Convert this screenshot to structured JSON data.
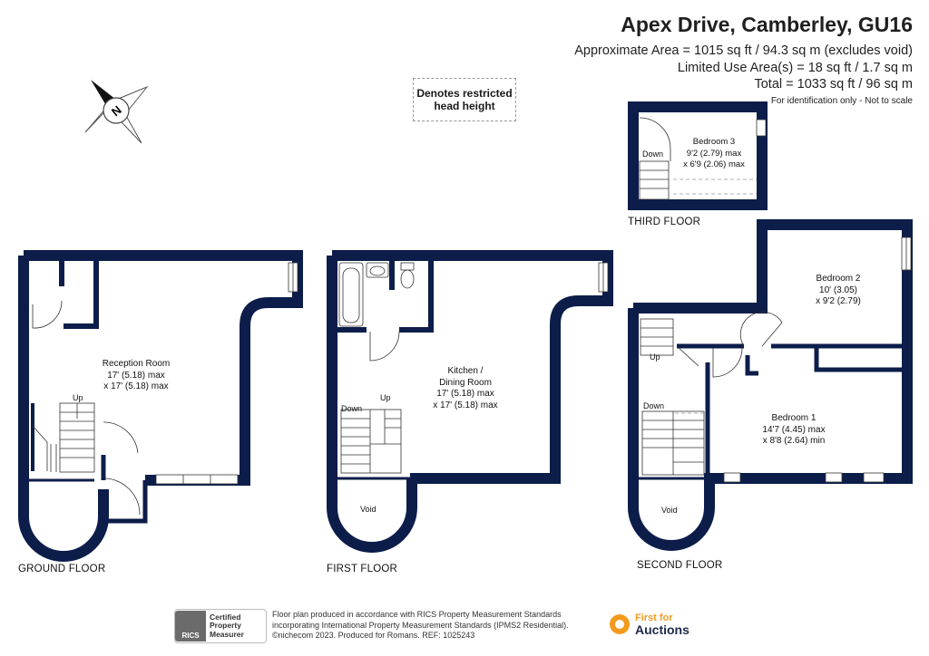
{
  "header": {
    "title": "Apex Drive, Camberley, GU16",
    "approx_area": "Approximate Area = 1015 sq ft / 94.3 sq m (excludes void)",
    "limited_use": "Limited Use Area(s) = 18 sq ft / 1.7 sq m",
    "total": "Total = 1033 sq ft / 96 sq m",
    "disclaimer": "For identification only - Not to scale"
  },
  "legend": {
    "text": "Denotes restricted head height"
  },
  "compass": {
    "letter": "N"
  },
  "floors": {
    "ground": {
      "label": "GROUND FLOOR",
      "reception": "Reception Room\n17' (5.18) max\nx 17' (5.18) max",
      "stairs_up": "Up"
    },
    "first": {
      "label": "FIRST FLOOR",
      "kitchen": "Kitchen /\nDining Room\n17' (5.18) max\nx 17' (5.18) max",
      "stairs_down": "Down",
      "stairs_up": "Up",
      "void": "Void"
    },
    "second": {
      "label": "SECOND FLOOR",
      "bedroom2": "Bedroom 2\n10' (3.05)\nx 9'2 (2.79)",
      "bedroom1": "Bedroom 1\n14'7 (4.45) max\nx 8'8 (2.64) min",
      "stairs_up": "Up",
      "stairs_down": "Down",
      "void": "Void"
    },
    "third": {
      "label": "THIRD FLOOR",
      "bedroom3": "Bedroom 3\n9'2 (2.79) max\nx 6'9 (2.06) max",
      "stairs_down": "Down"
    }
  },
  "footer": {
    "rics_logo": "RICS",
    "rics_badge": "Certified\nProperty\nMeasurer",
    "text": "Floor plan produced in accordance with RICS Property Measurement Standards incorporating International Property Measurement Standards (IPMS2 Residential). ©nichecom 2023. Produced for Romans.   REF:  1025243",
    "brand_line1": "First for",
    "brand_line2": "Auctions"
  },
  "colors": {
    "wall": "#0c1d4a",
    "accent": "#f39a1e"
  }
}
